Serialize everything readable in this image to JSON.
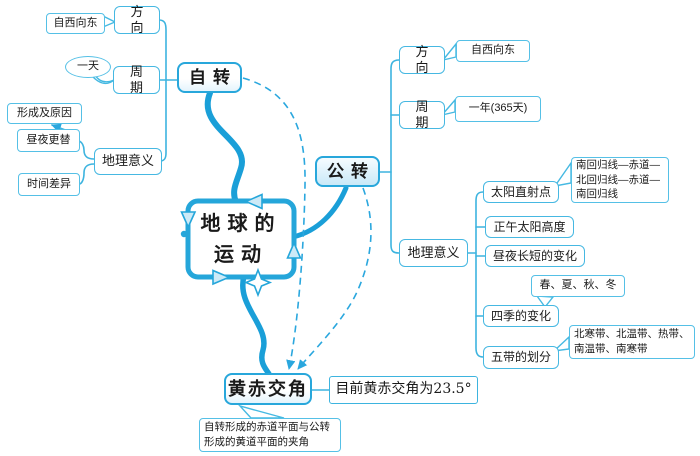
{
  "colors": {
    "flow_blue": "#1a9fd8",
    "dashed_blue": "#2aa7de",
    "connector_blue": "#3db4df",
    "note_border_blue": "#55c0e6",
    "main_border_blue": "#28a7db",
    "text_black": "#1a1a1a"
  },
  "central": {
    "line1": "地球的",
    "line2": "运动"
  },
  "rotation": {
    "label": "自转",
    "direction": {
      "label": "方向",
      "note": "自西向东"
    },
    "period": {
      "label": "周期",
      "note": "一天"
    },
    "meaning": {
      "label": "地理意义",
      "annotation": "形成及原因",
      "items": [
        "昼夜更替",
        "时间差异"
      ]
    }
  },
  "revolution": {
    "label": "公转",
    "direction": {
      "label": "方向",
      "note": "自西向东"
    },
    "period": {
      "label": "周期",
      "note": "一年(365天)"
    },
    "meaning": {
      "label": "地理意义",
      "sun_point": {
        "label": "太阳直射点",
        "note": "南回归线—赤道—北回归线—赤道—南回归线"
      },
      "noon_sun": {
        "label": "正午太阳高度"
      },
      "day_night": {
        "label": "昼夜长短的变化"
      },
      "seasons": {
        "label": "四季的变化",
        "note": "春、夏、秋、冬"
      },
      "five_zones": {
        "label": "五带的划分",
        "note": "北寒带、北温带、热带、南温带、南寒带"
      }
    }
  },
  "obliquity": {
    "label": "黄赤交角",
    "note": "目前黄赤交角为23.5°",
    "annotation": "自转形成的赤道平面与公转形成的黄道平面的夹角"
  }
}
